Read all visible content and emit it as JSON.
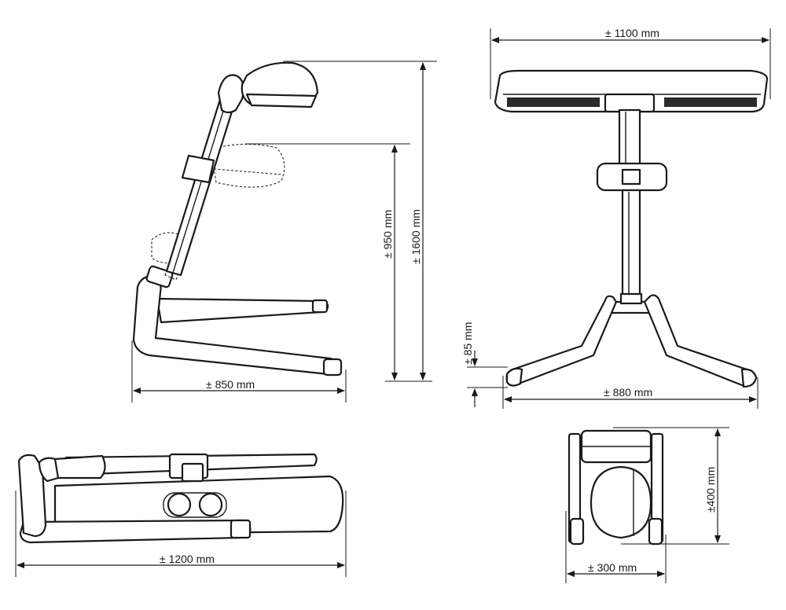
{
  "dimensions": {
    "side_width": "± 850 mm",
    "side_max_height": "± 1600 mm",
    "side_min_height": "± 950 mm",
    "front_width": "± 1100 mm",
    "front_base_width": "± 880 mm",
    "front_base_height": "± 85 mm",
    "folded_length": "± 1200 mm",
    "folded_top_width": "± 300 mm",
    "folded_top_height": "±400  mm"
  }
}
